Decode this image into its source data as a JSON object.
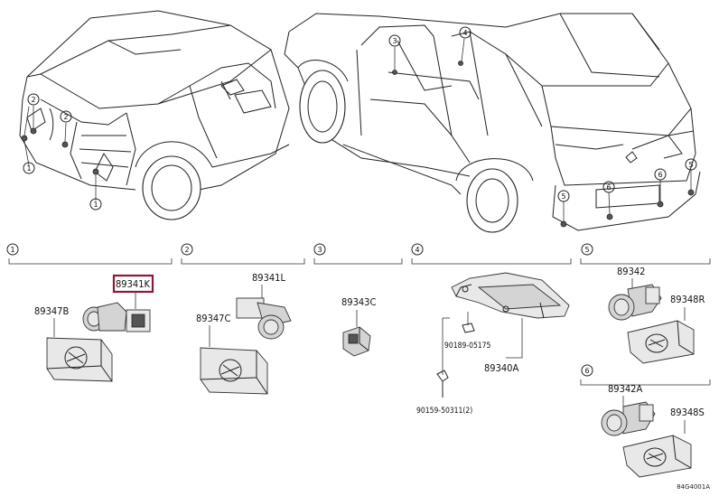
{
  "callouts": [
    "1",
    "2",
    "3",
    "4",
    "5",
    "6"
  ],
  "sections": [
    {
      "id": "1",
      "parts": [
        "89341K",
        "89347B"
      ]
    },
    {
      "id": "2",
      "parts": [
        "89341L",
        "89347C"
      ]
    },
    {
      "id": "3",
      "parts": [
        "89343C"
      ]
    },
    {
      "id": "4",
      "parts": [
        "89340A",
        "90189-05175",
        "90159-50311(2)"
      ]
    },
    {
      "id": "5",
      "parts": [
        "89342",
        "89348R"
      ]
    },
    {
      "id": "6",
      "parts": [
        "89342A",
        "89348S"
      ]
    }
  ],
  "highlighted_part": "89341K",
  "reference_code": "84G4001A"
}
